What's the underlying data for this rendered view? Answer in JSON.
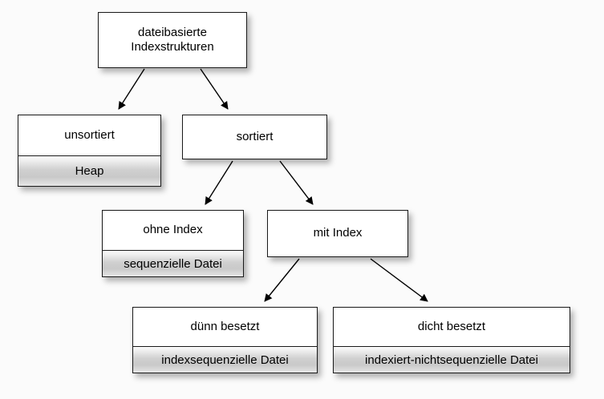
{
  "diagram": {
    "type": "tree-hierarchy",
    "language": "de",
    "background_color": "#fbfbfb",
    "node_fill_color": "#ffffff",
    "node_sub_fill_color": "#cccccc",
    "node_border_color": "#1a1a1a",
    "edge_color": "#000000",
    "nodes": [
      {
        "id": "root",
        "title": "dateibasierte\nIndexstrukturen",
        "sub": null
      },
      {
        "id": "unsortiert",
        "title": "unsortiert",
        "sub": "Heap"
      },
      {
        "id": "sortiert",
        "title": "sortiert",
        "sub": null
      },
      {
        "id": "ohne-index",
        "title": "ohne Index",
        "sub": "sequenzielle Datei"
      },
      {
        "id": "mit-index",
        "title": "mit Index",
        "sub": null
      },
      {
        "id": "duenn",
        "title": "dünn besetzt",
        "sub": "indexsequenzielle Datei"
      },
      {
        "id": "dicht",
        "title": "dicht besetzt",
        "sub": "indexiert-nichtsequenzielle Datei"
      }
    ],
    "edges": [
      {
        "from": "root",
        "to": "unsortiert"
      },
      {
        "from": "root",
        "to": "sortiert"
      },
      {
        "from": "sortiert",
        "to": "ohne-index"
      },
      {
        "from": "sortiert",
        "to": "mit-index"
      },
      {
        "from": "mit-index",
        "to": "duenn"
      },
      {
        "from": "mit-index",
        "to": "dicht"
      }
    ]
  }
}
